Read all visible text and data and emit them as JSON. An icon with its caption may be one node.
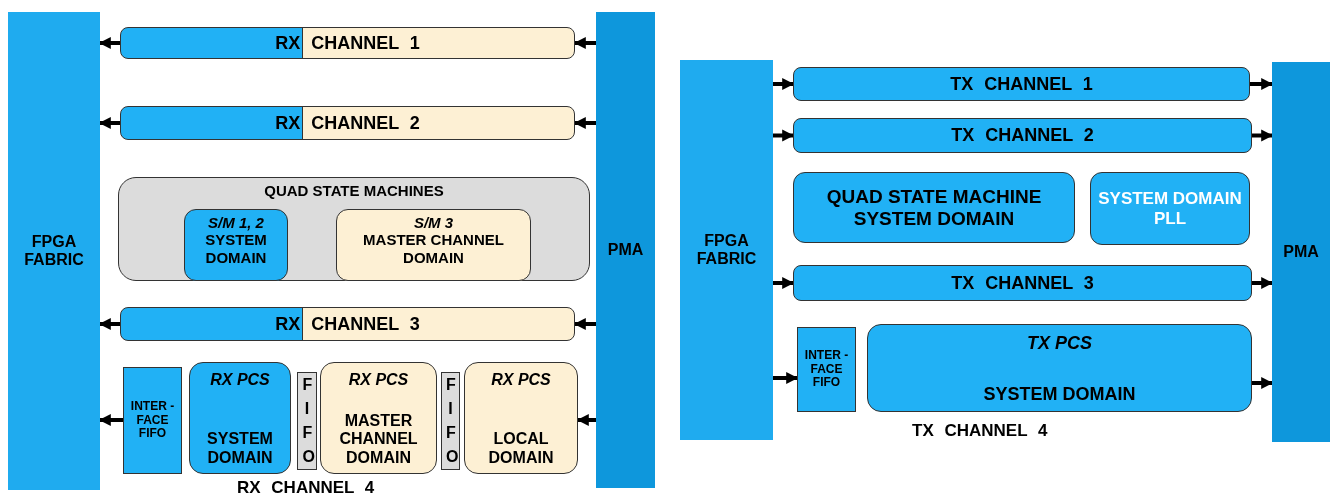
{
  "diagram": {
    "nodes": [
      {
        "text": [
          "FPGA FABRIC"
        ]
      },
      {
        "text": [
          "RX CHANNEL 1"
        ]
      },
      {
        "text": [
          "RX CHANNEL 2"
        ]
      },
      {
        "text": [
          "QUAD STATE MACHINES"
        ]
      },
      {
        "text": [
          "S/M 1, 2",
          "SYSTEM DOMAIN"
        ],
        "in": 3
      },
      {
        "text": [
          "S/M 3",
          "MASTER CHANNEL DOMAIN"
        ],
        "in": 3
      },
      {
        "text": [
          "RX CHANNEL 3"
        ]
      },
      {
        "text": [
          "INTER -FACE FIFO"
        ]
      },
      {
        "text": [
          "RX PCS",
          "SYSTEM DOMAIN"
        ]
      },
      {
        "text": [
          "FIFO"
        ]
      },
      {
        "text": [
          "RX PCS",
          "MASTER CHANNEL DOMAIN"
        ]
      },
      {
        "text": [
          "FIFO"
        ]
      },
      {
        "text": [
          "RX PCS",
          "LOCAL DOMAIN"
        ]
      },
      {
        "text": [
          "PMA"
        ]
      },
      {
        "text": [
          "FPGA FABRIC"
        ]
      },
      {
        "text": [
          "TX CHANNEL 1"
        ]
      },
      {
        "text": [
          "TX CHANNEL 2"
        ]
      },
      {
        "text": [
          "QUAD STATE MACHINE",
          "SYSTEM DOMAIN"
        ]
      },
      {
        "text": [
          "SYSTEM DOMAIN PLL"
        ]
      },
      {
        "text": [
          "TX CHANNEL 3"
        ]
      },
      {
        "text": [
          "INTER -FACE FIFO"
        ]
      },
      {
        "text": [
          "TX PCS",
          "SYSTEM DOMAIN"
        ]
      },
      {
        "text": [
          "PMA"
        ]
      }
    ],
    "edges": [
      {
        "from": 13,
        "to": 1,
        "arrow": "to"
      },
      {
        "from": 1,
        "to": 0,
        "arrow": "to"
      },
      {
        "from": 13,
        "to": 2,
        "arrow": "to"
      },
      {
        "from": 2,
        "to": 0,
        "arrow": "to"
      },
      {
        "from": 13,
        "to": 6,
        "arrow": "to"
      },
      {
        "from": 6,
        "to": 0,
        "arrow": "to"
      },
      {
        "from": 13,
        "to": 12,
        "arrow": "to"
      },
      {
        "from": 7,
        "to": 0,
        "arrow": "to"
      },
      {
        "from": 14,
        "to": 15,
        "arrow": "to"
      },
      {
        "from": 15,
        "to": 22,
        "arrow": "to"
      },
      {
        "from": 14,
        "to": 16,
        "arrow": "to"
      },
      {
        "from": 16,
        "to": 22,
        "arrow": "to"
      },
      {
        "from": 14,
        "to": 19,
        "arrow": "to"
      },
      {
        "from": 19,
        "to": 22,
        "arrow": "to"
      },
      {
        "from": 14,
        "to": 20,
        "arrow": "to"
      },
      {
        "from": 21,
        "to": 22,
        "arrow": "to"
      }
    ],
    "labels": [
      "RX CHANNEL 4",
      "TX CHANNEL 4"
    ]
  }
}
